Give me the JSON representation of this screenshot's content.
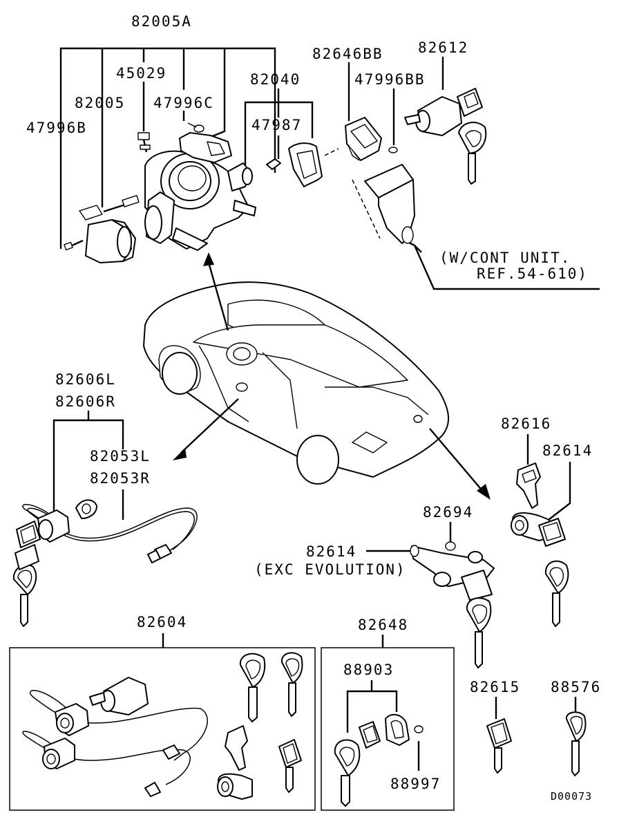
{
  "diagram": {
    "labels": {
      "p82005A": "82005A",
      "p45029": "45029",
      "p82005": "82005",
      "p47996C": "47996C",
      "p47996B": "47996B",
      "p82040": "82040",
      "p47987": "47987",
      "p82646BB": "82646BB",
      "p47996BB": "47996BB",
      "p82612": "82612",
      "cont_unit_1": "(W/CONT UNIT.",
      "cont_unit_2": "REF.54-610)",
      "p82606L": "82606L",
      "p82606R": "82606R",
      "p82053L": "82053L",
      "p82053R": "82053R",
      "p82616": "82616",
      "p82614_right": "82614",
      "p82694": "82694",
      "p82614_center": "82614",
      "exc_evolution": "(EXC EVOLUTION)",
      "p82604": "82604",
      "p82648": "82648",
      "p88903": "88903",
      "p88997": "88997",
      "p82615": "82615",
      "p88576": "88576",
      "drawing_code": "D00073"
    }
  }
}
